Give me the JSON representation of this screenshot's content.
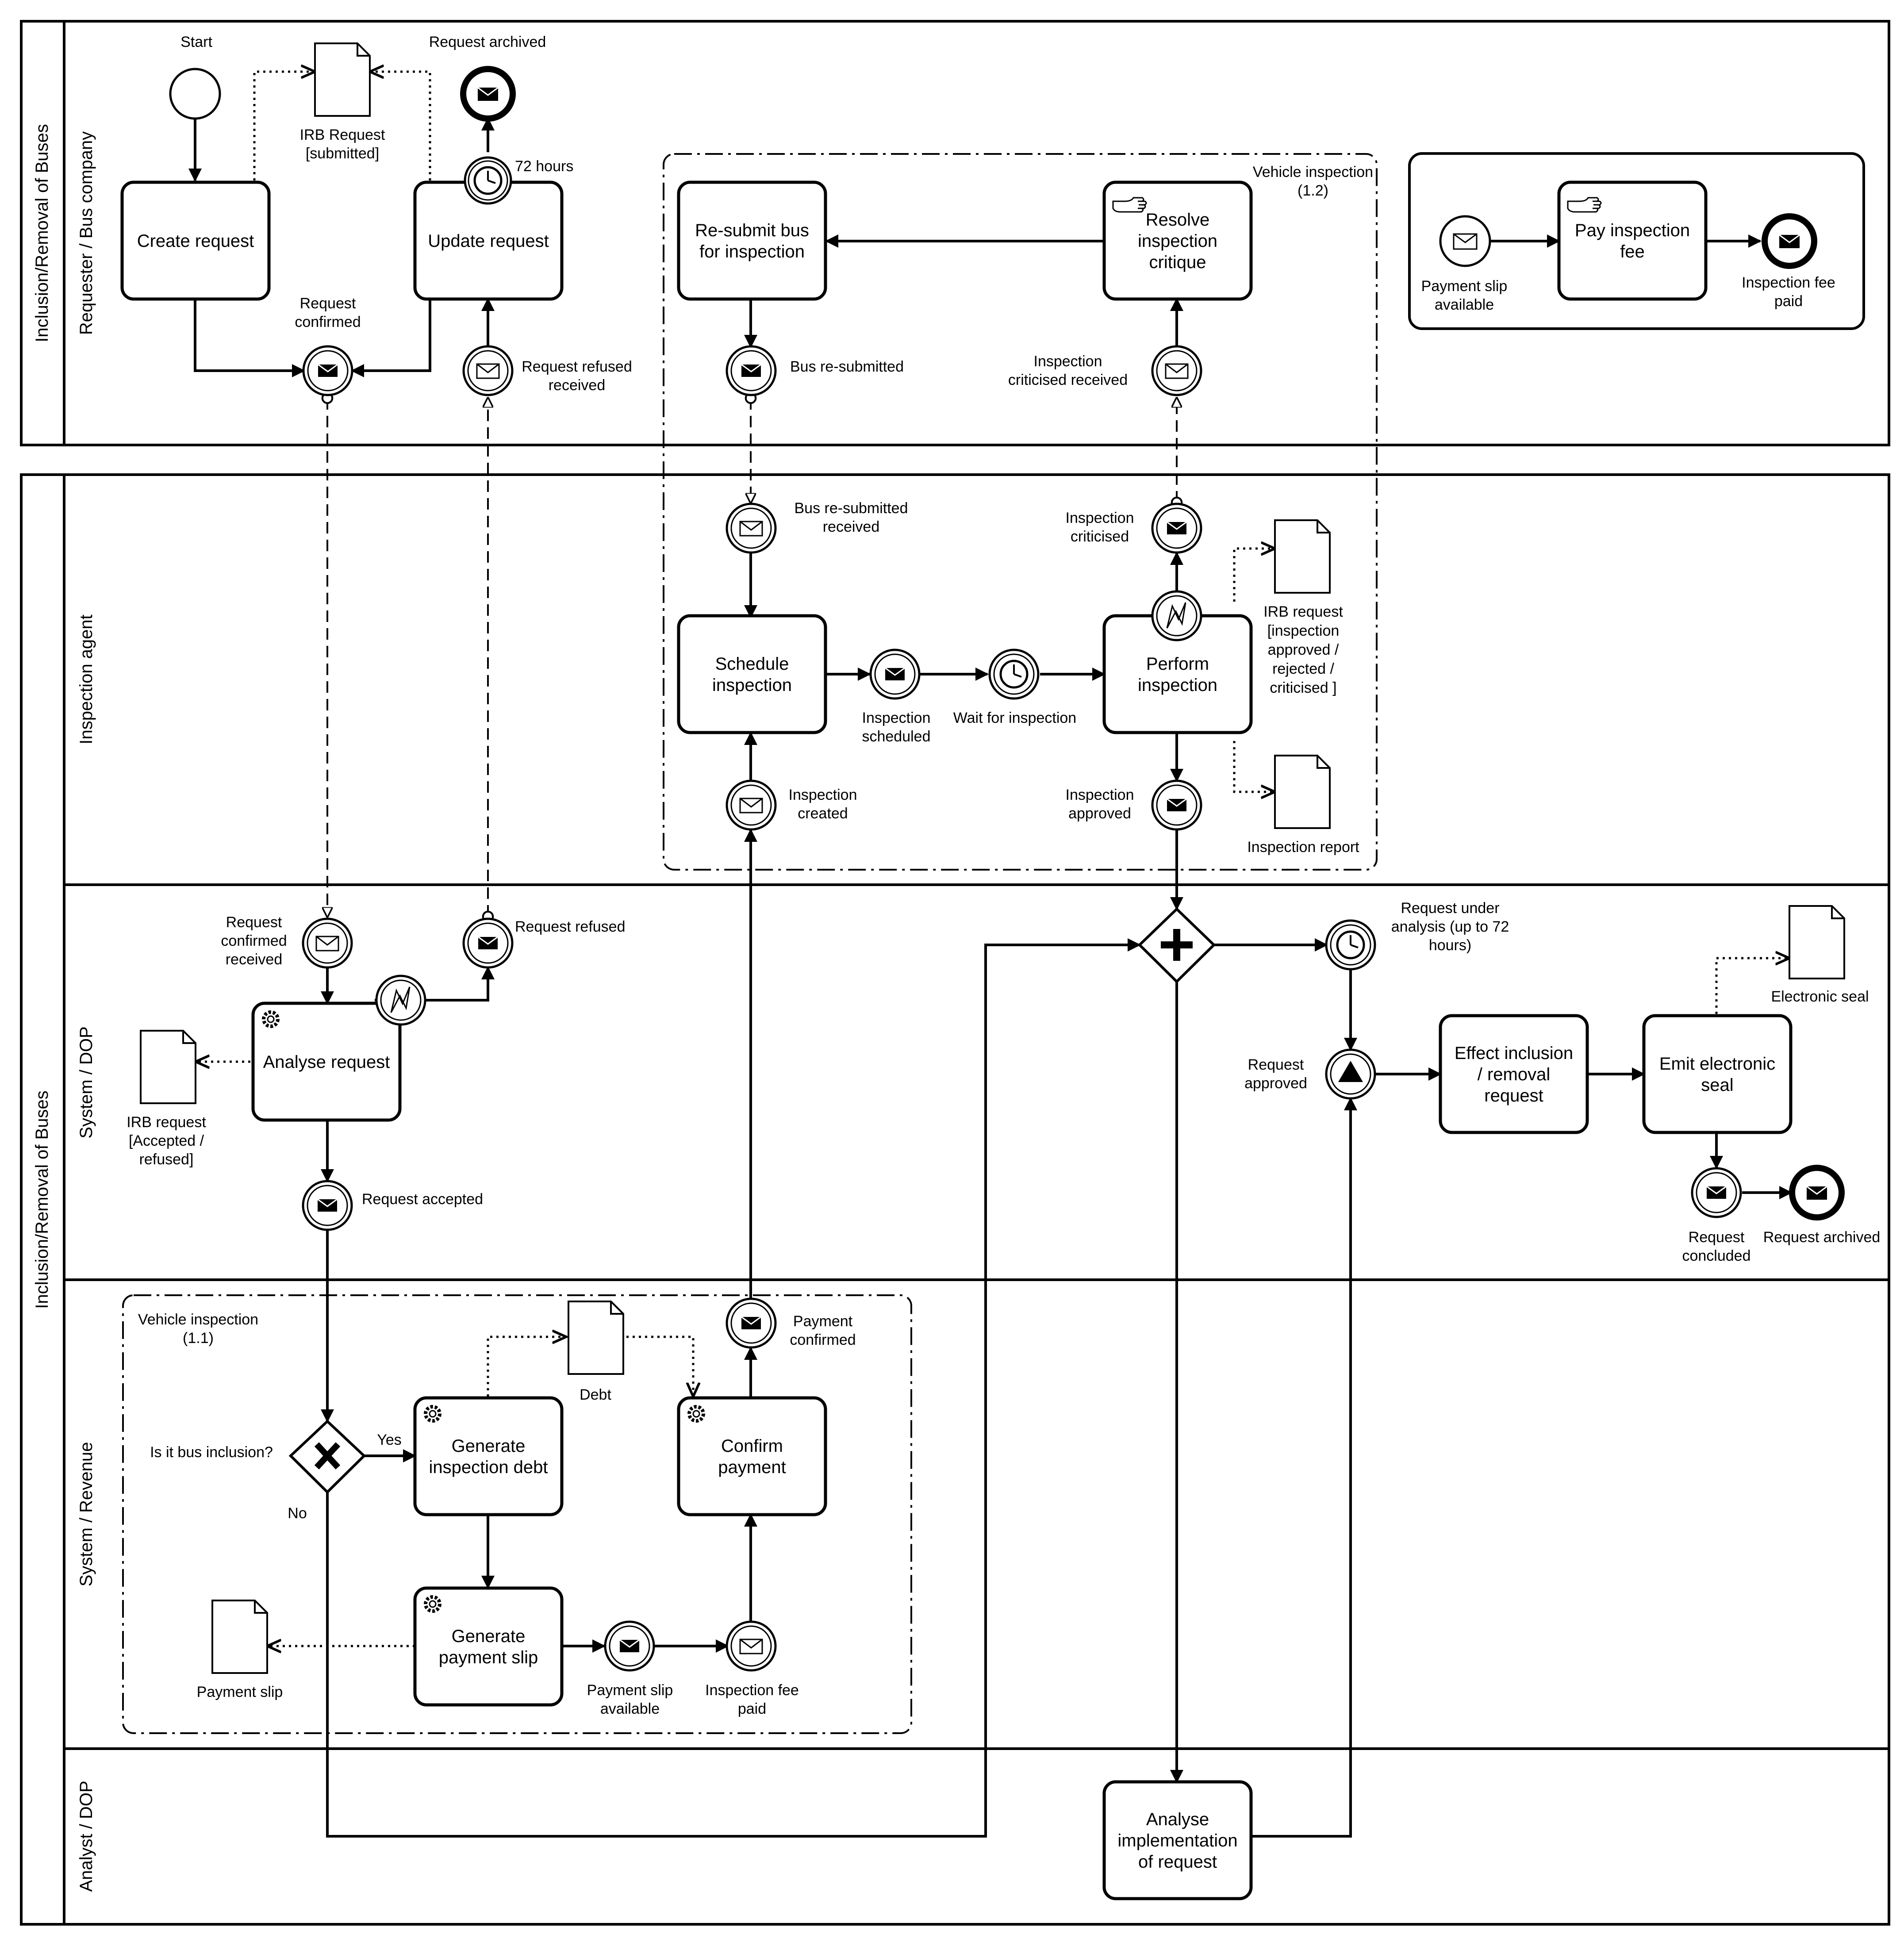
{
  "pools": {
    "top": {
      "label": "Inclusion/Removal of Buses",
      "lanes": [
        "Requester / Bus company"
      ]
    },
    "bottom": {
      "label": "Inclusion/Removal of Buses",
      "lanes": [
        "Inspection agent",
        "System / DOP",
        "System / Revenue",
        "Analyst / DOP"
      ]
    }
  },
  "groups": {
    "g12": [
      "Vehicle inspection",
      "(1.2)"
    ],
    "g11": [
      "Vehicle inspection",
      "(1.1)"
    ]
  },
  "tasks": {
    "create_request": [
      "Create request"
    ],
    "update_request": [
      "Update request"
    ],
    "resubmit_bus": [
      "Re-submit bus",
      "for inspection"
    ],
    "resolve_critique": [
      "Resolve",
      "inspection",
      "critique"
    ],
    "pay_fee": [
      "Pay inspection",
      "fee"
    ],
    "schedule_inspection": [
      "Schedule",
      "inspection"
    ],
    "perform_inspection": [
      "Perform",
      "inspection"
    ],
    "analyse_request": [
      "Analyse request"
    ],
    "effect_inclusion": [
      "Effect inclusion",
      "/ removal",
      "request"
    ],
    "emit_seal": [
      "Emit electronic",
      "seal"
    ],
    "generate_debt": [
      "Generate",
      "inspection debt"
    ],
    "generate_slip": [
      "Generate",
      "payment slip"
    ],
    "confirm_payment": [
      "Confirm",
      "payment"
    ],
    "analyse_implementation": [
      "Analyse",
      "implementation",
      "of request"
    ]
  },
  "events": {
    "start": [
      "Start"
    ],
    "request_archived_top": [
      "Request archived"
    ],
    "hours_72": [
      "72 hours"
    ],
    "request_confirmed": [
      "Request",
      "confirmed"
    ],
    "request_refused_received": [
      "Request refused",
      "received"
    ],
    "bus_resubmitted": [
      "Bus re-submitted"
    ],
    "criticised_received": [
      "Inspection",
      "criticised received"
    ],
    "payment_slip_available_top": [
      "Payment slip",
      "available"
    ],
    "inspection_fee_paid_top": [
      "Inspection fee",
      "paid"
    ],
    "bus_resubmitted_received": [
      "Bus re-submitted",
      "received"
    ],
    "inspection_criticised": [
      "Inspection",
      "criticised"
    ],
    "inspection_scheduled": [
      "Inspection",
      "scheduled"
    ],
    "wait_inspection": [
      "Wait for inspection"
    ],
    "inspection_created": [
      "Inspection",
      "created"
    ],
    "inspection_approved": [
      "Inspection",
      "approved"
    ],
    "request_confirmed_received": [
      "Request",
      "confirmed",
      "received"
    ],
    "request_refused": [
      "Request refused"
    ],
    "request_accepted": [
      "Request accepted"
    ],
    "request_under_analysis": [
      "Request under",
      "analysis (up to 72",
      "hours)"
    ],
    "request_approved": [
      "Request",
      "approved"
    ],
    "request_concluded": [
      "Request",
      "concluded"
    ],
    "request_archived_bottom": [
      "Request archived"
    ],
    "payment_confirmed": [
      "Payment",
      "confirmed"
    ],
    "payment_slip_available": [
      "Payment slip",
      "available"
    ],
    "inspection_fee_paid": [
      "Inspection fee",
      "paid"
    ]
  },
  "data_objects": {
    "irb_submitted": [
      "IRB Request",
      "[submitted]"
    ],
    "irb_inspection": [
      "IRB request",
      "[inspection",
      "approved /",
      "rejected /",
      "criticised ]"
    ],
    "inspection_report": [
      "Inspection report"
    ],
    "irb_accepted": [
      "IRB request",
      "[Accepted /",
      "refused]"
    ],
    "electronic_seal": [
      "Electronic seal"
    ],
    "debt": [
      "Debt"
    ],
    "payment_slip": [
      "Payment slip"
    ]
  },
  "gateway": {
    "question": [
      "Is it bus inclusion?"
    ],
    "yes": [
      "Yes"
    ],
    "no": [
      "No"
    ]
  }
}
